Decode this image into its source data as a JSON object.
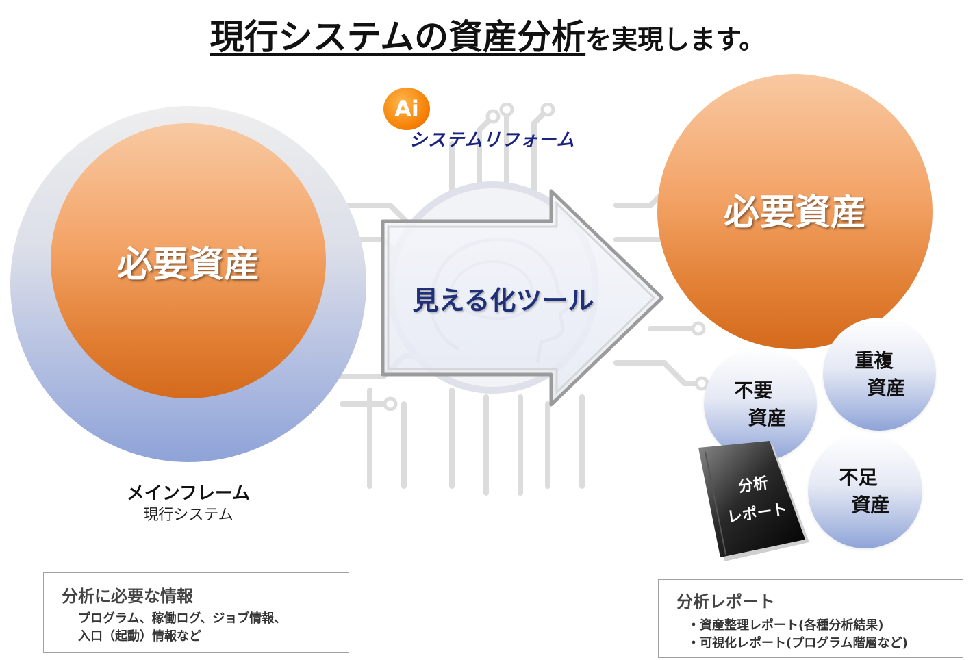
{
  "title": {
    "main": "現行システムの資産分析",
    "tail": "を実現します。"
  },
  "logo": {
    "badge": "Ai",
    "name": "システムリフォーム"
  },
  "left": {
    "inner_label": "必要資産",
    "mainframe_label": "メインフレーム",
    "mainframe_sub": "現行システム"
  },
  "tool": {
    "label": "見える化ツール"
  },
  "right": {
    "big_label": "必要資産",
    "fuyou": [
      "不要",
      "資産"
    ],
    "choufuku": [
      "重複",
      "資産"
    ],
    "fusoku": [
      "不足",
      "資産"
    ],
    "report_book": [
      "分析",
      "レポート"
    ]
  },
  "info_left": {
    "title": "分析に必要な情報",
    "lines": [
      "プログラム、稼働ログ、ジョブ情報、",
      "入口（起動）情報など"
    ]
  },
  "info_right": {
    "title": "分析レポート",
    "lines": [
      "・資産整理レポート(各種分析結果)",
      "・可視化レポート(プログラム階層など)"
    ]
  },
  "colors": {
    "orange": "#e07d31",
    "blue": "#8ea3d8",
    "navy": "#1f2f78"
  }
}
